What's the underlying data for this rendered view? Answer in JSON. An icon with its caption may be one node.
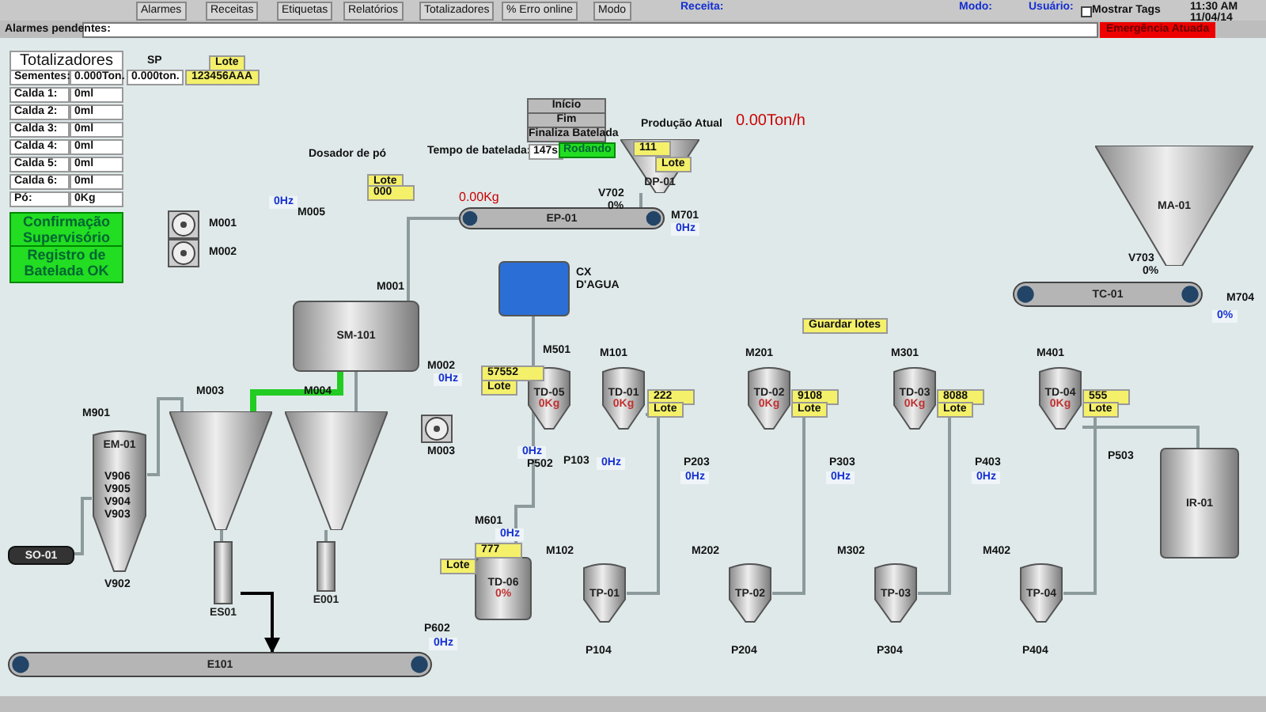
{
  "diagram": {
    "nodes": [
      {
        "text": [
          "SM-101"
        ]
      },
      {
        "text": [
          "DP-01"
        ]
      },
      {
        "text": [
          "EP-01"
        ]
      },
      {
        "text": [],
        "shape": "cylinder",
        "beside": [
          "CX D'AGUA"
        ]
      },
      {
        "text": [
          "MA-01"
        ]
      },
      {
        "text": [
          "TC-01"
        ]
      },
      {
        "text": [
          "EM-01"
        ]
      },
      {
        "text": [
          "SO-01"
        ]
      },
      {
        "text": [],
        "shape": "cone"
      },
      {
        "text": [],
        "shape": "cone"
      },
      {
        "text": [
          "E101"
        ]
      },
      {
        "text": [
          "TD-05",
          "0Kg"
        ]
      },
      {
        "text": [
          "TD-01",
          "0Kg"
        ]
      },
      {
        "text": [
          "TD-02",
          "0Kg"
        ]
      },
      {
        "text": [
          "TD-03",
          "0Kg"
        ]
      },
      {
        "text": [
          "TD-04",
          "0Kg"
        ]
      },
      {
        "text": [
          "TD-06",
          "0%"
        ]
      },
      {
        "text": [
          "TP-01"
        ]
      },
      {
        "text": [
          "TP-02"
        ]
      },
      {
        "text": [
          "TP-03"
        ]
      },
      {
        "text": [
          "TP-04"
        ]
      },
      {
        "text": [
          "IR-01"
        ]
      },
      {
        "text": [
          "ES01"
        ]
      },
      {
        "text": [
          "E001"
        ]
      }
    ],
    "edges": [
      {
        "from": 1,
        "to": 2,
        "arrow": "none"
      },
      {
        "from": 2,
        "to": 0,
        "arrow": "none"
      },
      {
        "from": 0,
        "to": 8,
        "arrow": "none",
        "color": "#22cc22",
        "style": "thick"
      },
      {
        "from": 0,
        "to": 9,
        "arrow": "none"
      },
      {
        "from": 8,
        "to": 22,
        "arrow": "none"
      },
      {
        "from": 9,
        "to": 23,
        "arrow": "none"
      },
      {
        "from": 22,
        "to": 10,
        "arrow": "to",
        "color": "#000000"
      },
      {
        "from": 6,
        "to": 8,
        "arrow": "none"
      },
      {
        "from": 7,
        "to": 6,
        "arrow": "none"
      },
      {
        "from": 3,
        "to": 16,
        "arrow": "none"
      },
      {
        "from": 12,
        "to": 17,
        "arrow": "none"
      },
      {
        "from": 13,
        "to": 18,
        "arrow": "none"
      },
      {
        "from": 14,
        "to": 19,
        "arrow": "none"
      },
      {
        "from": 15,
        "to": 20,
        "arrow": "none"
      },
      {
        "from": 15,
        "to": 21,
        "arrow": "none"
      }
    ],
    "labels": [
      "Alarmes",
      "Receitas",
      "Etiquetas",
      "Relatórios",
      "Totalizadores",
      "% Erro online",
      "Modo",
      "Receita:",
      "Modo:",
      "Usuário:",
      "Mostrar Tags",
      "11:30 AM",
      "11/04/14",
      "Alarmes pendentes:",
      "Emergência Atuada",
      "Totalizadores",
      "Sementes:",
      "0.000Ton.",
      "Calda 1:",
      "0ml",
      "Calda 2:",
      "0ml",
      "Calda 3:",
      "0ml",
      "Calda 4:",
      "0ml",
      "Calda 5:",
      "0ml",
      "Calda 6:",
      "0ml",
      "Pó:",
      "0Kg",
      "SP",
      "0.000ton.",
      "Lote",
      "123456AAA",
      "Confirmação Supervisório ativo",
      "Registro de Batelada OK",
      "Dosador de pó",
      "Lote",
      "000",
      "0Hz",
      "M005",
      "M001",
      "M002",
      "M001",
      "Início",
      "Fim",
      "Finaliza Batelada",
      "Tempo de batelada:",
      "147s",
      "Rodando",
      "Produção Atual",
      "0.00Ton/h",
      "111",
      "Lote",
      "V702",
      "0%",
      "0.00Kg",
      "M701",
      "0Hz",
      "V703",
      "0%",
      "M704",
      "0%",
      "Guardar lotes",
      "M002",
      "0Hz",
      "M501",
      "57552",
      "Lote",
      "M101",
      "222",
      "Lote",
      "M201",
      "9108",
      "Lote",
      "M301",
      "8088",
      "Lote",
      "M401",
      "555",
      "Lote",
      "0Hz",
      "P502",
      "P103",
      "0Hz",
      "P203",
      "0Hz",
      "P303",
      "0Hz",
      "P403",
      "0Hz",
      "P503",
      "M003",
      "M003",
      "M004",
      "M901",
      "V906",
      "V905",
      "V904",
      "V903",
      "V902",
      "M601",
      "0Hz",
      "777",
      "Lote",
      "P602",
      "0Hz",
      "M102",
      "P104",
      "M202",
      "P204",
      "M302",
      "P304",
      "M402",
      "P404"
    ]
  }
}
